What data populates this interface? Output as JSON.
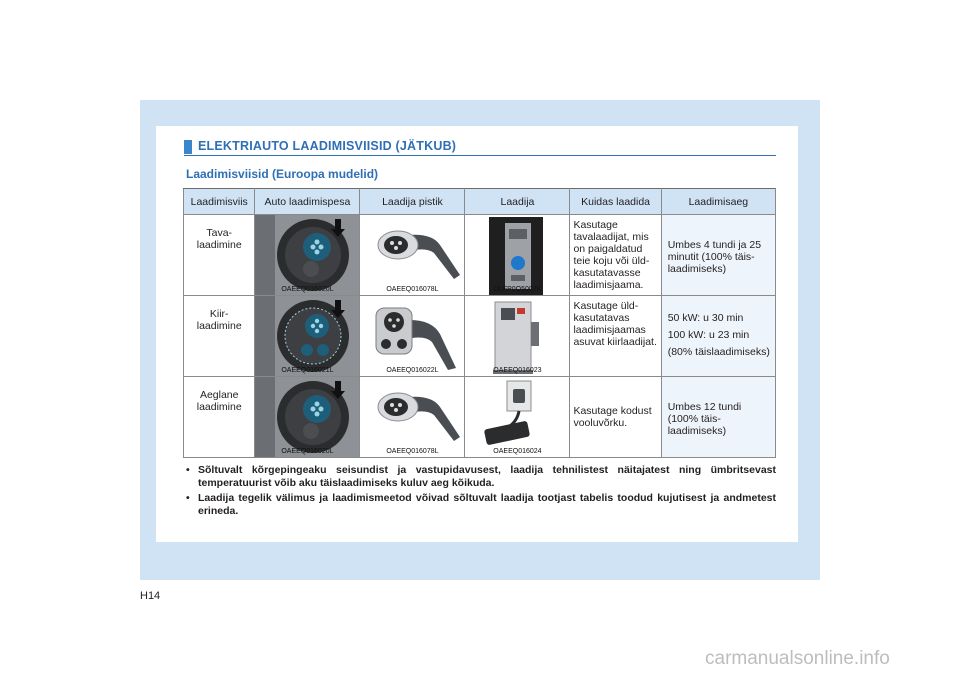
{
  "header": {
    "title": "ELEKTRIAUTO LAADIMISVIISID (JÄTKUB)"
  },
  "section": {
    "subtitle": "Laadimisviisid (Euroopa mudelid)"
  },
  "table": {
    "headers": [
      "Laadimisviis",
      "Auto laadimispesa",
      "Laadija pistik",
      "Laadija",
      "Kuidas laadida",
      "Laadimisaeg"
    ],
    "rows": [
      {
        "mode": "Tava-\nlaadimine",
        "codes": [
          "OAEEQ016020L",
          "OAEEQ016078L",
          "OLFP0Q5007K"
        ],
        "how": "Kasutage tavalaadijat, mis on paigaldatud teie koju või üld-kasutatavasse laadimisjaama.",
        "time": "Umbes 4 tundi ja 25 minutit (100% täis-laadimiseks)"
      },
      {
        "mode": "Kiir-\nlaadimine",
        "codes": [
          "OAEEQ016021L",
          "OAEEQ016022L",
          "OAEEQ016023"
        ],
        "how": "Kasutage üld-kasutatavas laadimisjaamas asuvat kiirlaadijat.",
        "time_lines": [
          "50 kW: u 30 min",
          "100 kW: u 23 min",
          "(80% täislaadimiseks)"
        ]
      },
      {
        "mode": "Aeglane\nlaadimine",
        "codes": [
          "OAEEQ016020L",
          "OAEEQ016078L",
          "OAEEQ016024"
        ],
        "how": "Kasutage kodust vooluvõrku.",
        "time": "Umbes 12 tundi (100% täis-laadimiseks)"
      }
    ]
  },
  "notes": [
    "Sõltuvalt kõrgepingeaku seisundist ja vastupidavusest, laadija tehnilistest näitajatest ning ümbritsevast temperatuurist võib aku täislaadimiseks kuluv aeg kõikuda.",
    "Laadija tegelik välimus ja laadimismeetod võivad sõltuvalt laadija tootjast tabelis toodud kujutisest ja andmetest erineda."
  ],
  "page_number": "H14",
  "watermark": "carmanualsonline.info",
  "colors": {
    "accent": "#2e6fb6",
    "panel": "#cfe3f5",
    "row_tint": "#eef4fb"
  }
}
